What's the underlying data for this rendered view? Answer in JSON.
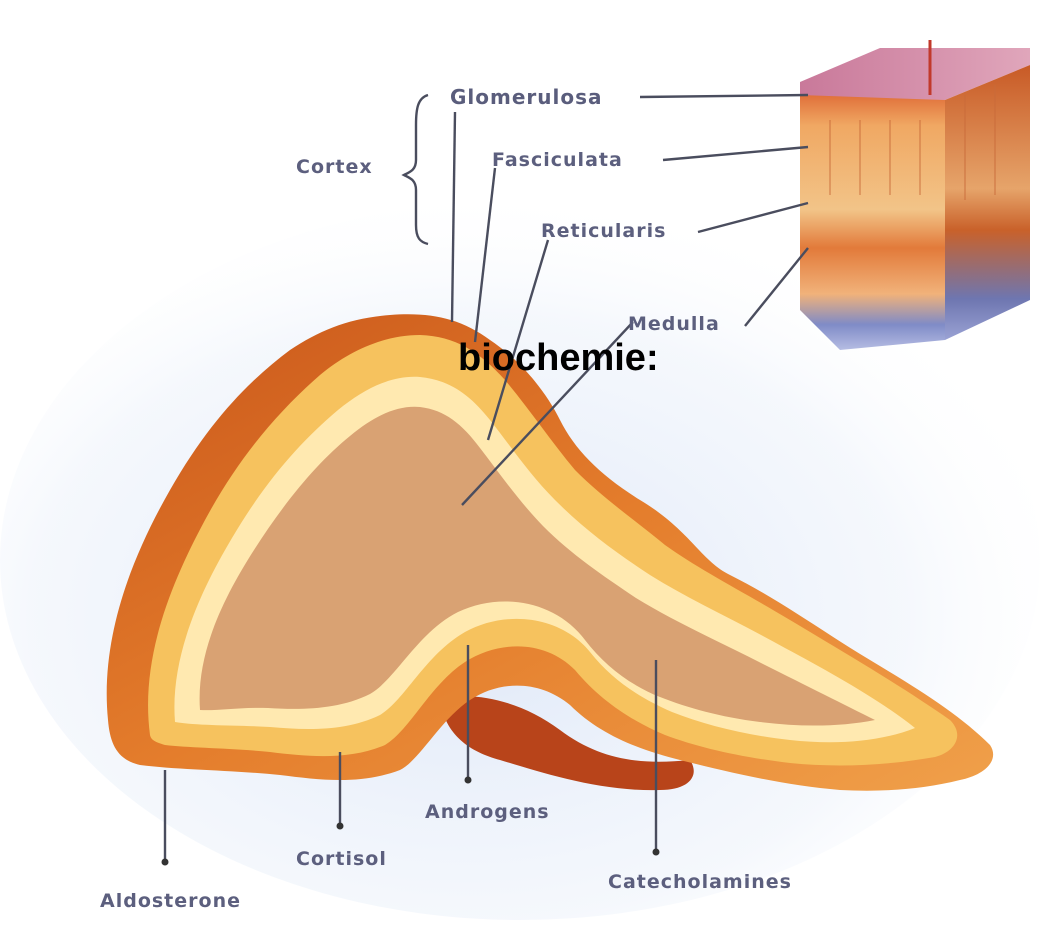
{
  "overlay_text": "biochemie:",
  "cortex": {
    "label": "Cortex",
    "layers": [
      {
        "key": "glomerulosa",
        "label": "Glomerulosa"
      },
      {
        "key": "fasciculata",
        "label": "Fasciculata"
      },
      {
        "key": "reticularis",
        "label": "Reticularis"
      }
    ]
  },
  "medulla": {
    "label": "Medulla"
  },
  "products": [
    {
      "key": "aldosterone",
      "label": "Aldosterone"
    },
    {
      "key": "cortisol",
      "label": "Cortisol"
    },
    {
      "key": "androgens",
      "label": "Androgens"
    },
    {
      "key": "catecholamines",
      "label": "Catecholamines"
    }
  ],
  "colors": {
    "capsule": "#d96a1e",
    "cortex_band": "#f6c25e",
    "inner_glow": "#ffe9b0",
    "medulla": "#d9a273",
    "label": "#5c5f7e",
    "background_glow": "#dce6f7"
  }
}
